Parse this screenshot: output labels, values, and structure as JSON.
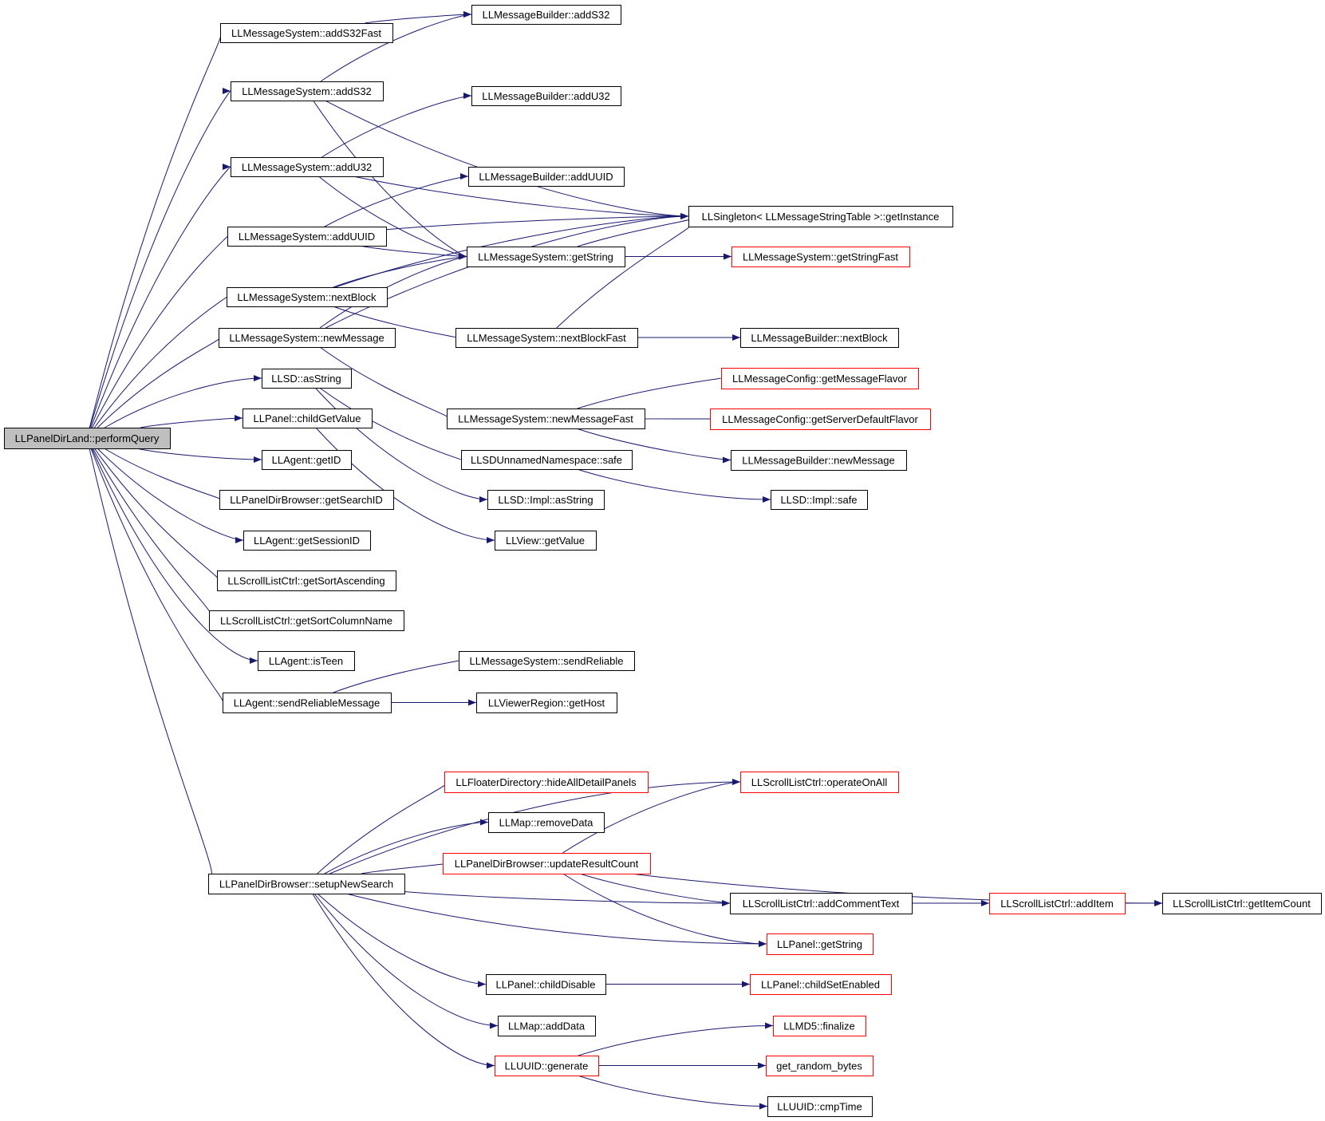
{
  "theme": {
    "edge_color": "#191970",
    "root_fill": "#bfbfbf",
    "node_border": "#000000",
    "truncated_border": "#ff0000"
  },
  "nodes": {
    "root": {
      "label": "LLPanelDirLand::performQuery",
      "root": true
    },
    "ms_addS32Fast": {
      "label": "LLMessageSystem::addS32Fast"
    },
    "mb_addS32": {
      "label": "LLMessageBuilder::addS32"
    },
    "ms_addS32": {
      "label": "LLMessageSystem::addS32"
    },
    "mb_addU32": {
      "label": "LLMessageBuilder::addU32"
    },
    "ms_addU32": {
      "label": "LLMessageSystem::addU32"
    },
    "mb_addUUID": {
      "label": "LLMessageBuilder::addUUID"
    },
    "singleton": {
      "label": "LLSingleton< LLMessageStringTable >::getInstance"
    },
    "ms_addUUID": {
      "label": "LLMessageSystem::addUUID"
    },
    "ms_getString": {
      "label": "LLMessageSystem::getString"
    },
    "ms_getStringFast": {
      "label": "LLMessageSystem::getStringFast",
      "truncated": true
    },
    "ms_nextBlock": {
      "label": "LLMessageSystem::nextBlock"
    },
    "ms_newMessage": {
      "label": "LLMessageSystem::newMessage"
    },
    "ms_nextBlockFast": {
      "label": "LLMessageSystem::nextBlockFast"
    },
    "mb_nextBlock": {
      "label": "LLMessageBuilder::nextBlock"
    },
    "llsd_asString": {
      "label": "LLSD::asString"
    },
    "mc_getMessageFlavor": {
      "label": "LLMessageConfig::getMessageFlavor",
      "truncated": true
    },
    "panel_childGetValue": {
      "label": "LLPanel::childGetValue"
    },
    "ms_newMessageFast": {
      "label": "LLMessageSystem::newMessageFast"
    },
    "mc_getServerDefaultFlavor": {
      "label": "LLMessageConfig::getServerDefaultFlavor",
      "truncated": true
    },
    "agent_getID": {
      "label": "LLAgent::getID"
    },
    "llsd_safe_ns": {
      "label": "LLSDUnnamedNamespace::safe"
    },
    "mb_newMessage": {
      "label": "LLMessageBuilder::newMessage"
    },
    "pdb_getSearchID": {
      "label": "LLPanelDirBrowser::getSearchID"
    },
    "impl_asString": {
      "label": "LLSD::Impl::asString"
    },
    "impl_safe": {
      "label": "LLSD::Impl::safe"
    },
    "agent_getSessionID": {
      "label": "LLAgent::getSessionID"
    },
    "view_getValue": {
      "label": "LLView::getValue"
    },
    "slc_getSortAscending": {
      "label": "LLScrollListCtrl::getSortAscending"
    },
    "slc_getSortColumnName": {
      "label": "LLScrollListCtrl::getSortColumnName"
    },
    "agent_isTeen": {
      "label": "LLAgent::isTeen"
    },
    "ms_sendReliable": {
      "label": "LLMessageSystem::sendReliable"
    },
    "agent_sendReliableMessage": {
      "label": "LLAgent::sendReliableMessage"
    },
    "vr_getHost": {
      "label": "LLViewerRegion::getHost"
    },
    "fd_hideAllDetailPanels": {
      "label": "LLFloaterDirectory::hideAllDetailPanels",
      "truncated": true
    },
    "slc_operateOnAll": {
      "label": "LLScrollListCtrl::operateOnAll",
      "truncated": true
    },
    "map_removeData": {
      "label": "LLMap::removeData"
    },
    "pdb_updateResultCount": {
      "label": "LLPanelDirBrowser::updateResultCount",
      "truncated": true
    },
    "pdb_setupNewSearch": {
      "label": "LLPanelDirBrowser::setupNewSearch"
    },
    "slc_addCommentText": {
      "label": "LLScrollListCtrl::addCommentText"
    },
    "slc_addItem": {
      "label": "LLScrollListCtrl::addItem",
      "truncated": true
    },
    "slc_getItemCount": {
      "label": "LLScrollListCtrl::getItemCount"
    },
    "panel_getString": {
      "label": "LLPanel::getString",
      "truncated": true
    },
    "panel_childDisable": {
      "label": "LLPanel::childDisable"
    },
    "panel_childSetEnabled": {
      "label": "LLPanel::childSetEnabled",
      "truncated": true
    },
    "map_addData": {
      "label": "LLMap::addData"
    },
    "md5_finalize": {
      "label": "LLMD5::finalize",
      "truncated": true
    },
    "uuid_generate": {
      "label": "LLUUID::generate",
      "truncated": true
    },
    "get_random_bytes": {
      "label": "get_random_bytes",
      "truncated": true
    },
    "uuid_cmpTime": {
      "label": "LLUUID::cmpTime"
    }
  },
  "edges": [
    [
      "root",
      "ms_addS32Fast"
    ],
    [
      "root",
      "ms_addS32"
    ],
    [
      "root",
      "ms_addU32"
    ],
    [
      "root",
      "ms_addUUID"
    ],
    [
      "root",
      "ms_nextBlock"
    ],
    [
      "root",
      "ms_newMessage"
    ],
    [
      "root",
      "llsd_asString"
    ],
    [
      "root",
      "panel_childGetValue"
    ],
    [
      "root",
      "agent_getID"
    ],
    [
      "root",
      "pdb_getSearchID"
    ],
    [
      "root",
      "agent_getSessionID"
    ],
    [
      "root",
      "slc_getSortAscending"
    ],
    [
      "root",
      "slc_getSortColumnName"
    ],
    [
      "root",
      "agent_isTeen"
    ],
    [
      "root",
      "agent_sendReliableMessage"
    ],
    [
      "root",
      "pdb_setupNewSearch"
    ],
    [
      "ms_addS32Fast",
      "mb_addS32"
    ],
    [
      "ms_addS32",
      "mb_addS32"
    ],
    [
      "ms_addS32",
      "singleton"
    ],
    [
      "ms_addS32",
      "ms_getString"
    ],
    [
      "ms_addU32",
      "mb_addU32"
    ],
    [
      "ms_addU32",
      "singleton"
    ],
    [
      "ms_addU32",
      "ms_getString"
    ],
    [
      "ms_addUUID",
      "mb_addUUID"
    ],
    [
      "ms_addUUID",
      "singleton"
    ],
    [
      "ms_addUUID",
      "ms_getString"
    ],
    [
      "ms_getString",
      "singleton"
    ],
    [
      "ms_getString",
      "ms_getStringFast"
    ],
    [
      "ms_nextBlock",
      "ms_getString"
    ],
    [
      "ms_nextBlock",
      "singleton"
    ],
    [
      "ms_nextBlock",
      "ms_nextBlockFast"
    ],
    [
      "ms_nextBlockFast",
      "mb_nextBlock"
    ],
    [
      "ms_nextBlockFast",
      "singleton"
    ],
    [
      "ms_newMessage",
      "ms_getString"
    ],
    [
      "ms_newMessage",
      "singleton"
    ],
    [
      "ms_newMessage",
      "ms_newMessageFast"
    ],
    [
      "ms_newMessageFast",
      "mc_getMessageFlavor"
    ],
    [
      "ms_newMessageFast",
      "mc_getServerDefaultFlavor"
    ],
    [
      "ms_newMessageFast",
      "mb_newMessage"
    ],
    [
      "llsd_asString",
      "llsd_safe_ns"
    ],
    [
      "llsd_asString",
      "impl_asString"
    ],
    [
      "llsd_safe_ns",
      "impl_safe"
    ],
    [
      "panel_childGetValue",
      "view_getValue"
    ],
    [
      "agent_sendReliableMessage",
      "ms_sendReliable"
    ],
    [
      "agent_sendReliableMessage",
      "vr_getHost"
    ],
    [
      "pdb_setupNewSearch",
      "slc_operateOnAll"
    ],
    [
      "pdb_setupNewSearch",
      "fd_hideAllDetailPanels"
    ],
    [
      "pdb_setupNewSearch",
      "map_removeData"
    ],
    [
      "pdb_setupNewSearch",
      "pdb_updateResultCount"
    ],
    [
      "pdb_setupNewSearch",
      "slc_addCommentText"
    ],
    [
      "pdb_setupNewSearch",
      "panel_getString"
    ],
    [
      "pdb_setupNewSearch",
      "panel_childDisable"
    ],
    [
      "pdb_setupNewSearch",
      "map_addData"
    ],
    [
      "pdb_setupNewSearch",
      "uuid_generate"
    ],
    [
      "pdb_updateResultCount",
      "slc_operateOnAll"
    ],
    [
      "pdb_updateResultCount",
      "slc_getItemCount"
    ],
    [
      "pdb_updateResultCount",
      "slc_addCommentText"
    ],
    [
      "pdb_updateResultCount",
      "panel_getString"
    ],
    [
      "slc_addCommentText",
      "slc_addItem"
    ],
    [
      "slc_addCommentText",
      "slc_getItemCount"
    ],
    [
      "slc_addItem",
      "slc_getItemCount"
    ],
    [
      "panel_childDisable",
      "panel_childSetEnabled"
    ],
    [
      "uuid_generate",
      "md5_finalize"
    ],
    [
      "uuid_generate",
      "get_random_bytes"
    ],
    [
      "uuid_generate",
      "uuid_cmpTime"
    ]
  ]
}
